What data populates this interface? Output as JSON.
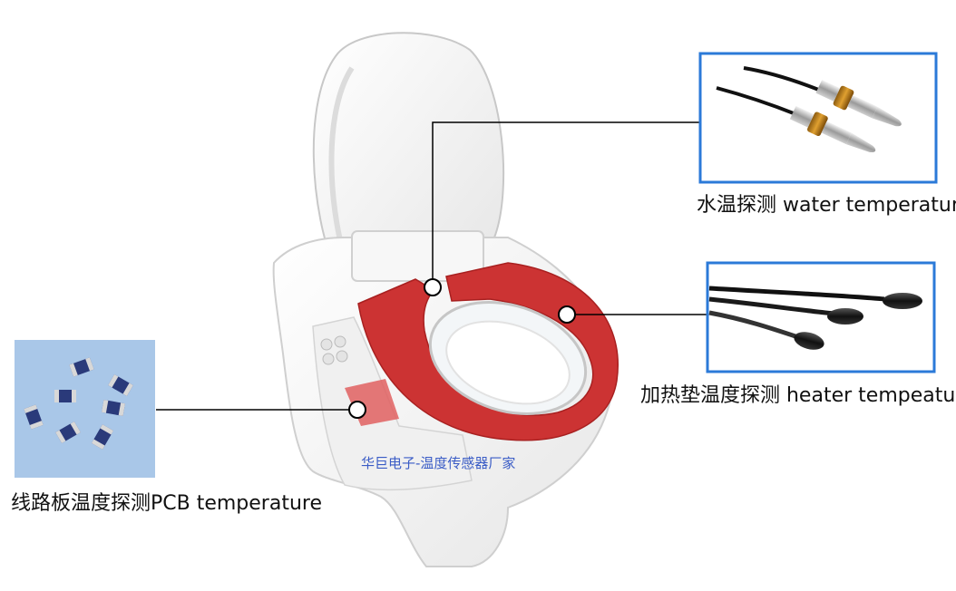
{
  "labels": {
    "water": "水温探测 water temperature",
    "heater": "加热垫温度探测 heater tempeature",
    "pcb": "线路板温度探测PCB temperature"
  },
  "watermark": "华巨电子-温度传感器厂家",
  "colors": {
    "heater_pad": "#cc3333",
    "frame_border": "#2b7ad8",
    "watermark": "#3a5cc6",
    "leader_line": "#000000"
  }
}
